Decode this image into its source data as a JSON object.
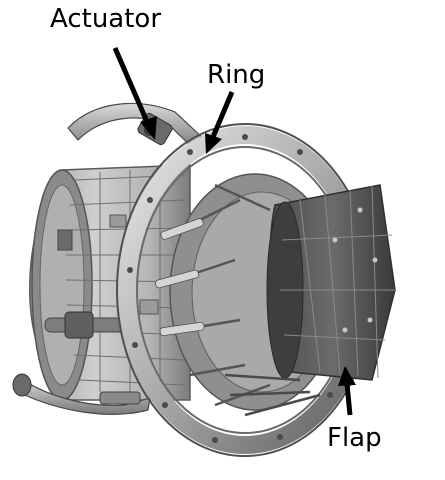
{
  "figure": {
    "callouts": [
      {
        "id": "actuator",
        "label": "Actuator"
      },
      {
        "id": "ring",
        "label": "Ring"
      },
      {
        "id": "flap",
        "label": "Flap"
      }
    ]
  }
}
